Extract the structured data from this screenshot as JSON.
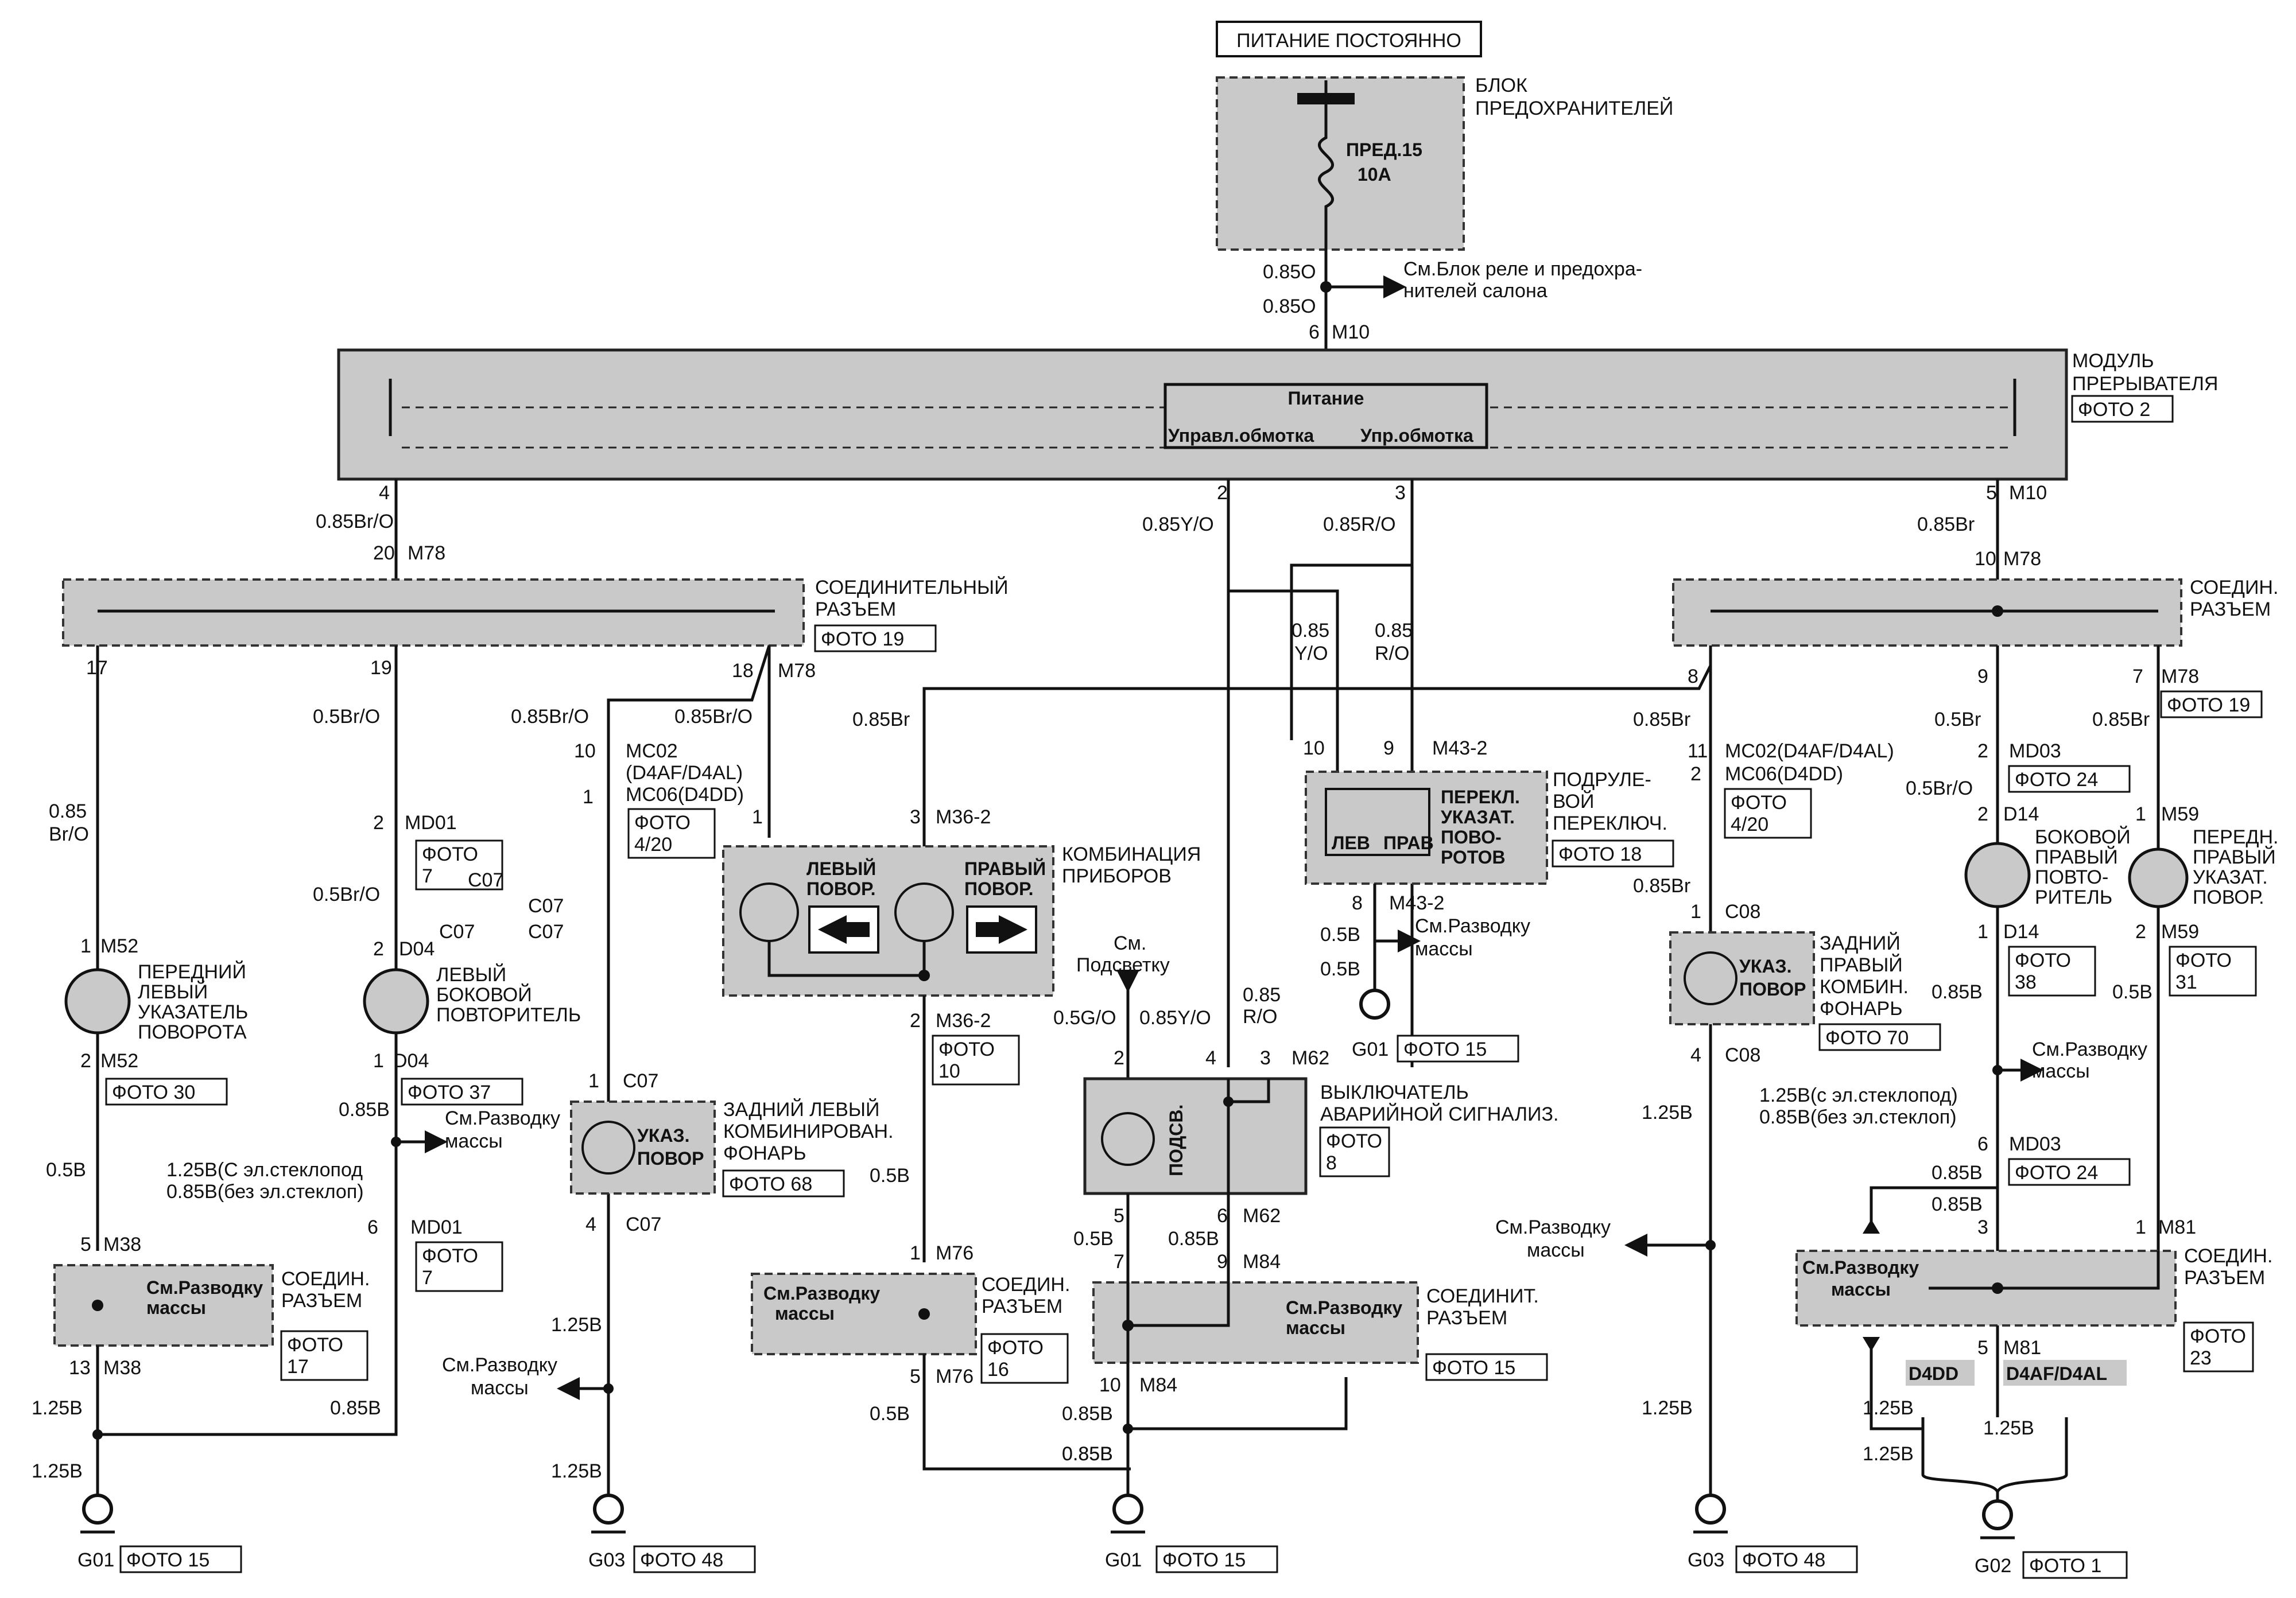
{
  "header": {
    "power_label": "ПИТАНИЕ ПОСТОЯННО",
    "fuse_block": [
      "БЛОК",
      "ПРЕДОХРАНИТЕЛЕЙ"
    ],
    "fuse_name": "ПРЕД.15",
    "fuse_rating": "10A",
    "wire_top1": "0.85O",
    "wire_top2": "0.85O",
    "relay_ref": [
      "См.Блок реле и предохра-",
      "нителей салона"
    ],
    "m10_pin": "6",
    "m10": "M10"
  },
  "module": {
    "title": [
      "МОДУЛЬ",
      "ПРЕРЫВАТЕЛЯ"
    ],
    "foto": "ФОТО 2",
    "power": "Питание",
    "coil1": "Управл.обмотка",
    "coil2": "Упр.обмотка",
    "pin4": "4",
    "pin2": "2",
    "pin3": "3",
    "pin5": "5",
    "m10b": "M10"
  },
  "wires": {
    "w_left": "0.85Br/O",
    "w_2": "0.85Y/O",
    "w_3": "0.85R/O",
    "w_right": "0.85Br",
    "m78_20": "20",
    "m78_a": "M78",
    "m78_10": "10",
    "m78_b": "M78"
  },
  "left_connector": {
    "title": [
      "СОЕДИНИТЕЛЬНЫЙ",
      "РАЗЪЕМ"
    ],
    "foto": "ФОТО 19",
    "p17": "17",
    "p19": "19",
    "p18": "18",
    "m78": "M78",
    "w17": [
      "0.85",
      "Br/O"
    ],
    "w19": "0.5Br/O",
    "w18a": "0.85Br/O",
    "w18b": "0.85Br/O",
    "w_br": "0.85Br"
  },
  "front_left": {
    "pin1": "1",
    "m52a": "M52",
    "name": [
      "ПЕРЕДНИЙ",
      "ЛЕВЫЙ",
      "УКАЗАТЕЛЬ",
      "ПОВОРОТА"
    ],
    "pin2": "2",
    "m52b": "M52",
    "foto": "ФОТО 30",
    "w_05b": "0.5B"
  },
  "side_left": {
    "pin2": "2",
    "md01": "MD01",
    "foto7a": [
      "ФОТО",
      "7"
    ],
    "w": "0.5Br/O",
    "pin2b": "2",
    "d04a": "D04",
    "name": [
      "ЛЕВЫЙ",
      "БОКОВОЙ",
      "ПОВТОРИТЕЛЬ"
    ],
    "pin1": "1",
    "d04b": "D04",
    "foto": "ФОТО 37",
    "w085b": "0.85B",
    "ground_ref": [
      "См.Разводку",
      "массы"
    ],
    "note": [
      "1.25B(С эл.стеклопод",
      "0.85B(без эл.стеклоп)"
    ],
    "pin6": "6",
    "md01b": "MD01",
    "foto7b": [
      "ФОТО",
      "7"
    ],
    "c07": [
      "C07",
      "C07",
      "C07",
      "C07"
    ]
  },
  "left_joint": {
    "pin5": "5",
    "m38a": "M38",
    "ground_ref": [
      "См.Разводку",
      "массы"
    ],
    "title": [
      "СОЕДИН.",
      "РАЗЪЕМ"
    ],
    "foto": [
      "ФОТО",
      "17"
    ],
    "pin13": "13",
    "m38b": "M38",
    "w125a": "1.25B",
    "w125b": "1.25B",
    "w085": "0.85B",
    "ground": "G01",
    "gfoto": "ФОТО 15"
  },
  "mc02_left": {
    "pin10": "10",
    "mc02": "MC02",
    "variant": "(D4AF/D4AL)",
    "mc06": "MC06(D4DD)",
    "pin1": "1",
    "foto": [
      "ФОТО",
      "4/20"
    ]
  },
  "rear_left": {
    "pin1": "1",
    "c07a": "C07",
    "lamp": [
      "УКАЗ.",
      "ПОВОР"
    ],
    "name": [
      "ЗАДНИЙ ЛЕВЫЙ",
      "КОМБИНИРОВАН.",
      "ФОНАРЬ"
    ],
    "foto": "ФОТО 68",
    "pin4": "4",
    "c07b": "C07",
    "w125": "1.25B",
    "ground_ref": [
      "См.Разводку",
      "массы"
    ],
    "w125b": "1.25B",
    "ground": "G03",
    "gfoto": "ФОТО 48"
  },
  "cluster": {
    "pin1": "1",
    "pin3": "3",
    "m36": "M36-2",
    "left": [
      "ЛЕВЫЙ",
      "ПОВОР."
    ],
    "right": [
      "ПРАВЫЙ",
      "ПОВОР."
    ],
    "title": [
      "КОМБИНАЦИЯ",
      "ПРИБОРОВ"
    ],
    "pin2": "2",
    "m36b": "M36-2",
    "foto": [
      "ФОТО",
      "10"
    ],
    "w05": "0.5B"
  },
  "mid_joint": {
    "pin1": "1",
    "m76a": "M76",
    "ground_ref": [
      "См.Разводку",
      "массы"
    ],
    "title": [
      "СОЕДИН.",
      "РАЗЪЕМ"
    ],
    "foto": [
      "ФОТО",
      "16"
    ],
    "pin5": "5",
    "m76b": "M76",
    "w05": "0.5B",
    "w085": "0.85B"
  },
  "switch": {
    "w085": [
      "0.85",
      "Y/O"
    ],
    "w085r": [
      "0.85",
      "R/O"
    ],
    "pin10": "10",
    "pin9": "9",
    "m43": "M43-2",
    "lev": "ЛЕВ",
    "prav": "ПРАВ",
    "name": [
      "ПЕРЕКЛ.",
      "УКАЗАТ.",
      "ПОВО-",
      "РОТОВ"
    ],
    "col": [
      "ПОДРУЛЕ-",
      "ВОЙ",
      "ПЕРЕКЛЮЧ."
    ],
    "foto": "ФОТО 18",
    "pin8": "8",
    "m43b": "M43-2",
    "w05a": "0.5B",
    "w05b": "0.5B",
    "ground_ref": [
      "См.Разводку",
      "массы"
    ],
    "ground": "G01",
    "gfoto": "ФОТО 15"
  },
  "hazard": {
    "see": [
      "См.",
      "Подсветку"
    ],
    "w1": "0.5G/O",
    "w2": "0.85Y/O",
    "w3": [
      "0.85",
      "R/O"
    ],
    "pin2": "2",
    "pin4": "4",
    "pin3": "3",
    "m62": "M62",
    "backlight": "ПОДСВ.",
    "name": [
      "ВЫКЛЮЧАТЕЛЬ",
      "АВАРИЙНОЙ СИГНАЛИЗ."
    ],
    "foto": [
      "ФОТО",
      "8"
    ],
    "pin5": "5",
    "pin6": "6",
    "m62b": "M62",
    "w05": "0.5B",
    "w085": "0.85B",
    "pin7": "7",
    "pin9": "9",
    "m84": "M84"
  },
  "bottom_joint": {
    "ground_ref": [
      "См.Разводку",
      "массы"
    ],
    "title": [
      "СОЕДИНИТ.",
      "РАЗЪЕМ"
    ],
    "foto": "ФОТО 15",
    "pin10": "10",
    "m84": "M84",
    "w085a": "0.85B",
    "w085b": "0.85B",
    "ground": "G01",
    "gfoto": "ФОТО 15"
  },
  "right_connector": {
    "title": [
      "СОЕДИН.",
      "РАЗЪЕМ"
    ],
    "foto": "ФОТО 19",
    "p8": "8",
    "p9": "9",
    "p7": "7",
    "m78": "M78",
    "w8": "0.85Br",
    "w9": "0.5Br",
    "w7": "0.85Br"
  },
  "mc02_right": {
    "pin11": "11",
    "mc02": "MC02(D4AF/D4AL)",
    "pin2": "2",
    "mc06": "MC06(D4DD)",
    "foto": [
      "ФОТО",
      "4/20"
    ],
    "w": "0.85Br"
  },
  "rear_right": {
    "pin1": "1",
    "c08a": "C08",
    "lamp": [
      "УКАЗ.",
      "ПОВОР"
    ],
    "name": [
      "ЗАДНИЙ",
      "ПРАВЫЙ",
      "КОМБИН.",
      "ФОНАРЬ"
    ],
    "foto": "ФОТО 70",
    "pin4": "4",
    "c08b": "C08",
    "w125": "1.25B",
    "ground_ref": [
      "См.Разводку",
      "массы"
    ],
    "w125b": "1.25B",
    "ground": "G03",
    "gfoto": "ФОТО 48"
  },
  "side_right": {
    "pin2": "2",
    "md03": "MD03",
    "foto24": "ФОТО 24",
    "w": "0.5Br/O",
    "pin2b": "2",
    "d14": "D14",
    "name": [
      "БОКОВОЙ",
      "ПРАВЫЙ",
      "ПОВТО-",
      "РИТЕЛЬ"
    ],
    "pin1": "1",
    "d14b": "D14",
    "foto38": [
      "ФОТО",
      "38"
    ],
    "w085": "0.85B",
    "ground_ref": [
      "См.Разводку",
      "массы"
    ],
    "note": [
      "1.25B(с эл.стеклопод)",
      "0.85B(без эл.стеклоп)"
    ],
    "pin6": "6",
    "md03b": "MD03",
    "foto24b": "ФОТО 24",
    "w085b": "0.85B",
    "w085c": "0.85B"
  },
  "front_right": {
    "pin1": "1",
    "m59": "M59",
    "name": [
      "ПЕРЕДН.",
      "ПРАВЫЙ",
      "УКАЗАТ.",
      "ПОВОР."
    ],
    "pin2": "2",
    "m59b": "M59",
    "foto": [
      "ФОТО",
      "31"
    ],
    "w05": "0.5B"
  },
  "right_joint": {
    "pin3": "3",
    "pin1": "1",
    "m81": "M81",
    "ground_ref": [
      "См.Разводку",
      "массы"
    ],
    "title": [
      "СОЕДИН.",
      "РАЗЪЕМ"
    ],
    "foto": [
      "ФОТО",
      "23"
    ],
    "pin5": "5",
    "m81b": "M81",
    "d4dd": "D4DD",
    "d4af": "D4AF/D4AL",
    "w125a": "1.25B",
    "w125b": "1.25B",
    "w125c": "1.25B",
    "ground": "G02",
    "gfoto": "ФОТО 1"
  }
}
